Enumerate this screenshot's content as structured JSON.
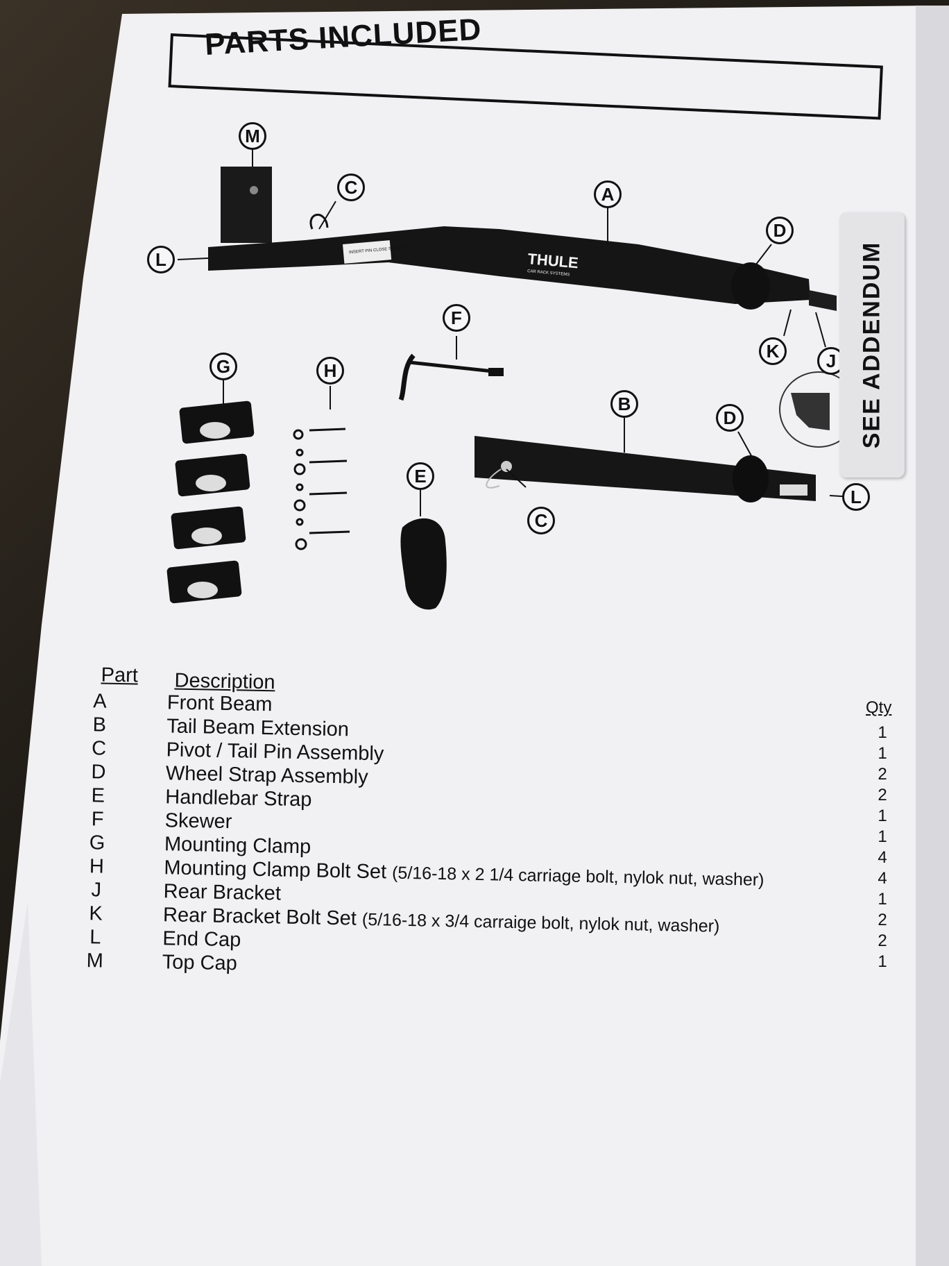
{
  "title": "PARTS INCLUDED",
  "addendum": "SEE ADDENDUM",
  "brand": "THULE",
  "brand_sub": "CAR RACK SYSTEMS",
  "decal_text": "INSERT PIN CLOSE SKEWER",
  "callouts": {
    "A": "A",
    "B": "B",
    "C": "C",
    "C2": "C",
    "D": "D",
    "D2": "D",
    "E": "E",
    "F": "F",
    "G": "G",
    "H": "H",
    "J": "J",
    "K": "K",
    "L": "L",
    "L2": "L",
    "M": "M"
  },
  "table": {
    "part_header": "Part",
    "description_header": "Description",
    "qty_header": "Qty",
    "rows": [
      {
        "part": "A",
        "description": "Front Beam",
        "qty": "1"
      },
      {
        "part": "B",
        "description": "Tail Beam Extension",
        "qty": "1"
      },
      {
        "part": "C",
        "description": "Pivot / Tail Pin Assembly",
        "qty": "2"
      },
      {
        "part": "D",
        "description": "Wheel Strap Assembly",
        "qty": "2"
      },
      {
        "part": "E",
        "description": "Handlebar Strap",
        "qty": "1"
      },
      {
        "part": "F",
        "description": "Skewer",
        "qty": "1"
      },
      {
        "part": "G",
        "description": "Mounting Clamp",
        "qty": "4"
      },
      {
        "part": "H",
        "description": "Mounting Clamp Bolt Set",
        "detail": "(5/16-18 x 2 1/4 carriage bolt, nylok nut, washer)",
        "qty": "4"
      },
      {
        "part": "J",
        "description": "Rear Bracket",
        "qty": "1"
      },
      {
        "part": "K",
        "description": "Rear Bracket Bolt Set",
        "detail": "(5/16-18 x 3/4 carraige bolt, nylok nut, washer)",
        "qty": "2"
      },
      {
        "part": "L",
        "description": "End Cap",
        "qty": "2"
      },
      {
        "part": "M",
        "description": "Top Cap",
        "qty": "1"
      }
    ]
  }
}
